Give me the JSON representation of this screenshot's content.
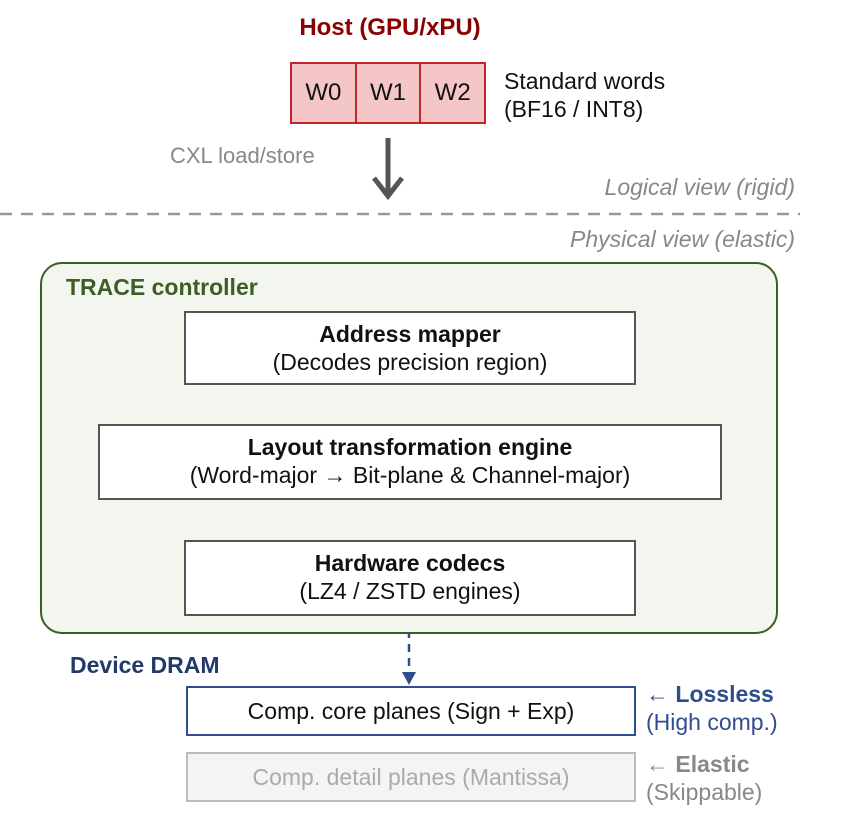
{
  "host": {
    "title": "Host (GPU/xPU)",
    "words": [
      "W0",
      "W1",
      "W2"
    ],
    "words_desc_line1": "Standard words",
    "words_desc_line2": "(BF16 / INT8)"
  },
  "interface": {
    "label": "CXL load/store"
  },
  "views": {
    "logical": "Logical view (rigid)",
    "physical": "Physical view (elastic)"
  },
  "controller": {
    "title": "TRACE controller",
    "blocks": [
      {
        "title": "Address mapper",
        "subtitle": "(Decodes precision region)"
      },
      {
        "title": "Layout transformation engine",
        "subtitle": "(Word-major → Bit-plane & Channel-major)"
      },
      {
        "title": "Hardware codecs",
        "subtitle": "(LZ4 / ZSTD engines)"
      }
    ]
  },
  "dram": {
    "title": "Device DRAM",
    "core": {
      "label": "Comp. core planes (Sign + Exp)",
      "arrow": "← ",
      "tag": "Lossless",
      "note": "(High comp.)"
    },
    "detail": {
      "label": "Comp. detail planes (Mantissa)",
      "arrow": "← ",
      "tag": "Elastic",
      "note": "(Skippable)"
    }
  },
  "colors": {
    "host": "#8b0000",
    "word_fill": "#f4c6c8",
    "word_border": "#c0272d",
    "controller": "#3c5d23",
    "controller_fill": "#f2f6ee",
    "dram": "#2f4e8f",
    "muted": "#888888"
  }
}
